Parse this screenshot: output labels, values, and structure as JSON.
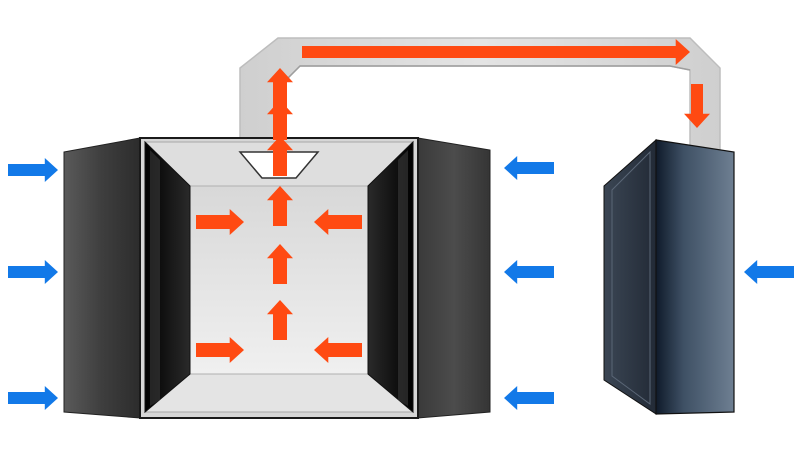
{
  "diagram": {
    "type": "hot-aisle containment airflow",
    "colors": {
      "background": "#ffffff",
      "cold_air": "#1279e8",
      "hot_air": "#ff4a12",
      "duct": "#dcdcdc",
      "duct_edge": "#b9b9b9",
      "rack_side": "#4a4a4a",
      "rack_front": "#3c3c3c",
      "aisle_floor": "#e7e7e7",
      "cooling_unit": "#4b5a6a"
    },
    "elements": [
      {
        "name": "left-server-rack",
        "icon": "server-rack-icon"
      },
      {
        "name": "right-server-rack",
        "icon": "server-rack-icon"
      },
      {
        "name": "hot-aisle-enclosure",
        "icon": "enclosure-icon"
      },
      {
        "name": "ceiling-vent",
        "icon": "vent-icon"
      },
      {
        "name": "return-air-duct",
        "icon": "duct-icon"
      },
      {
        "name": "cooling-unit",
        "icon": "crac-unit-icon"
      }
    ],
    "airflow": {
      "cold_intake_arrows": 7,
      "hot_exhaust_arrows": 4,
      "rising_hot_arrows": 6,
      "duct_flow_arrows": 2
    }
  }
}
